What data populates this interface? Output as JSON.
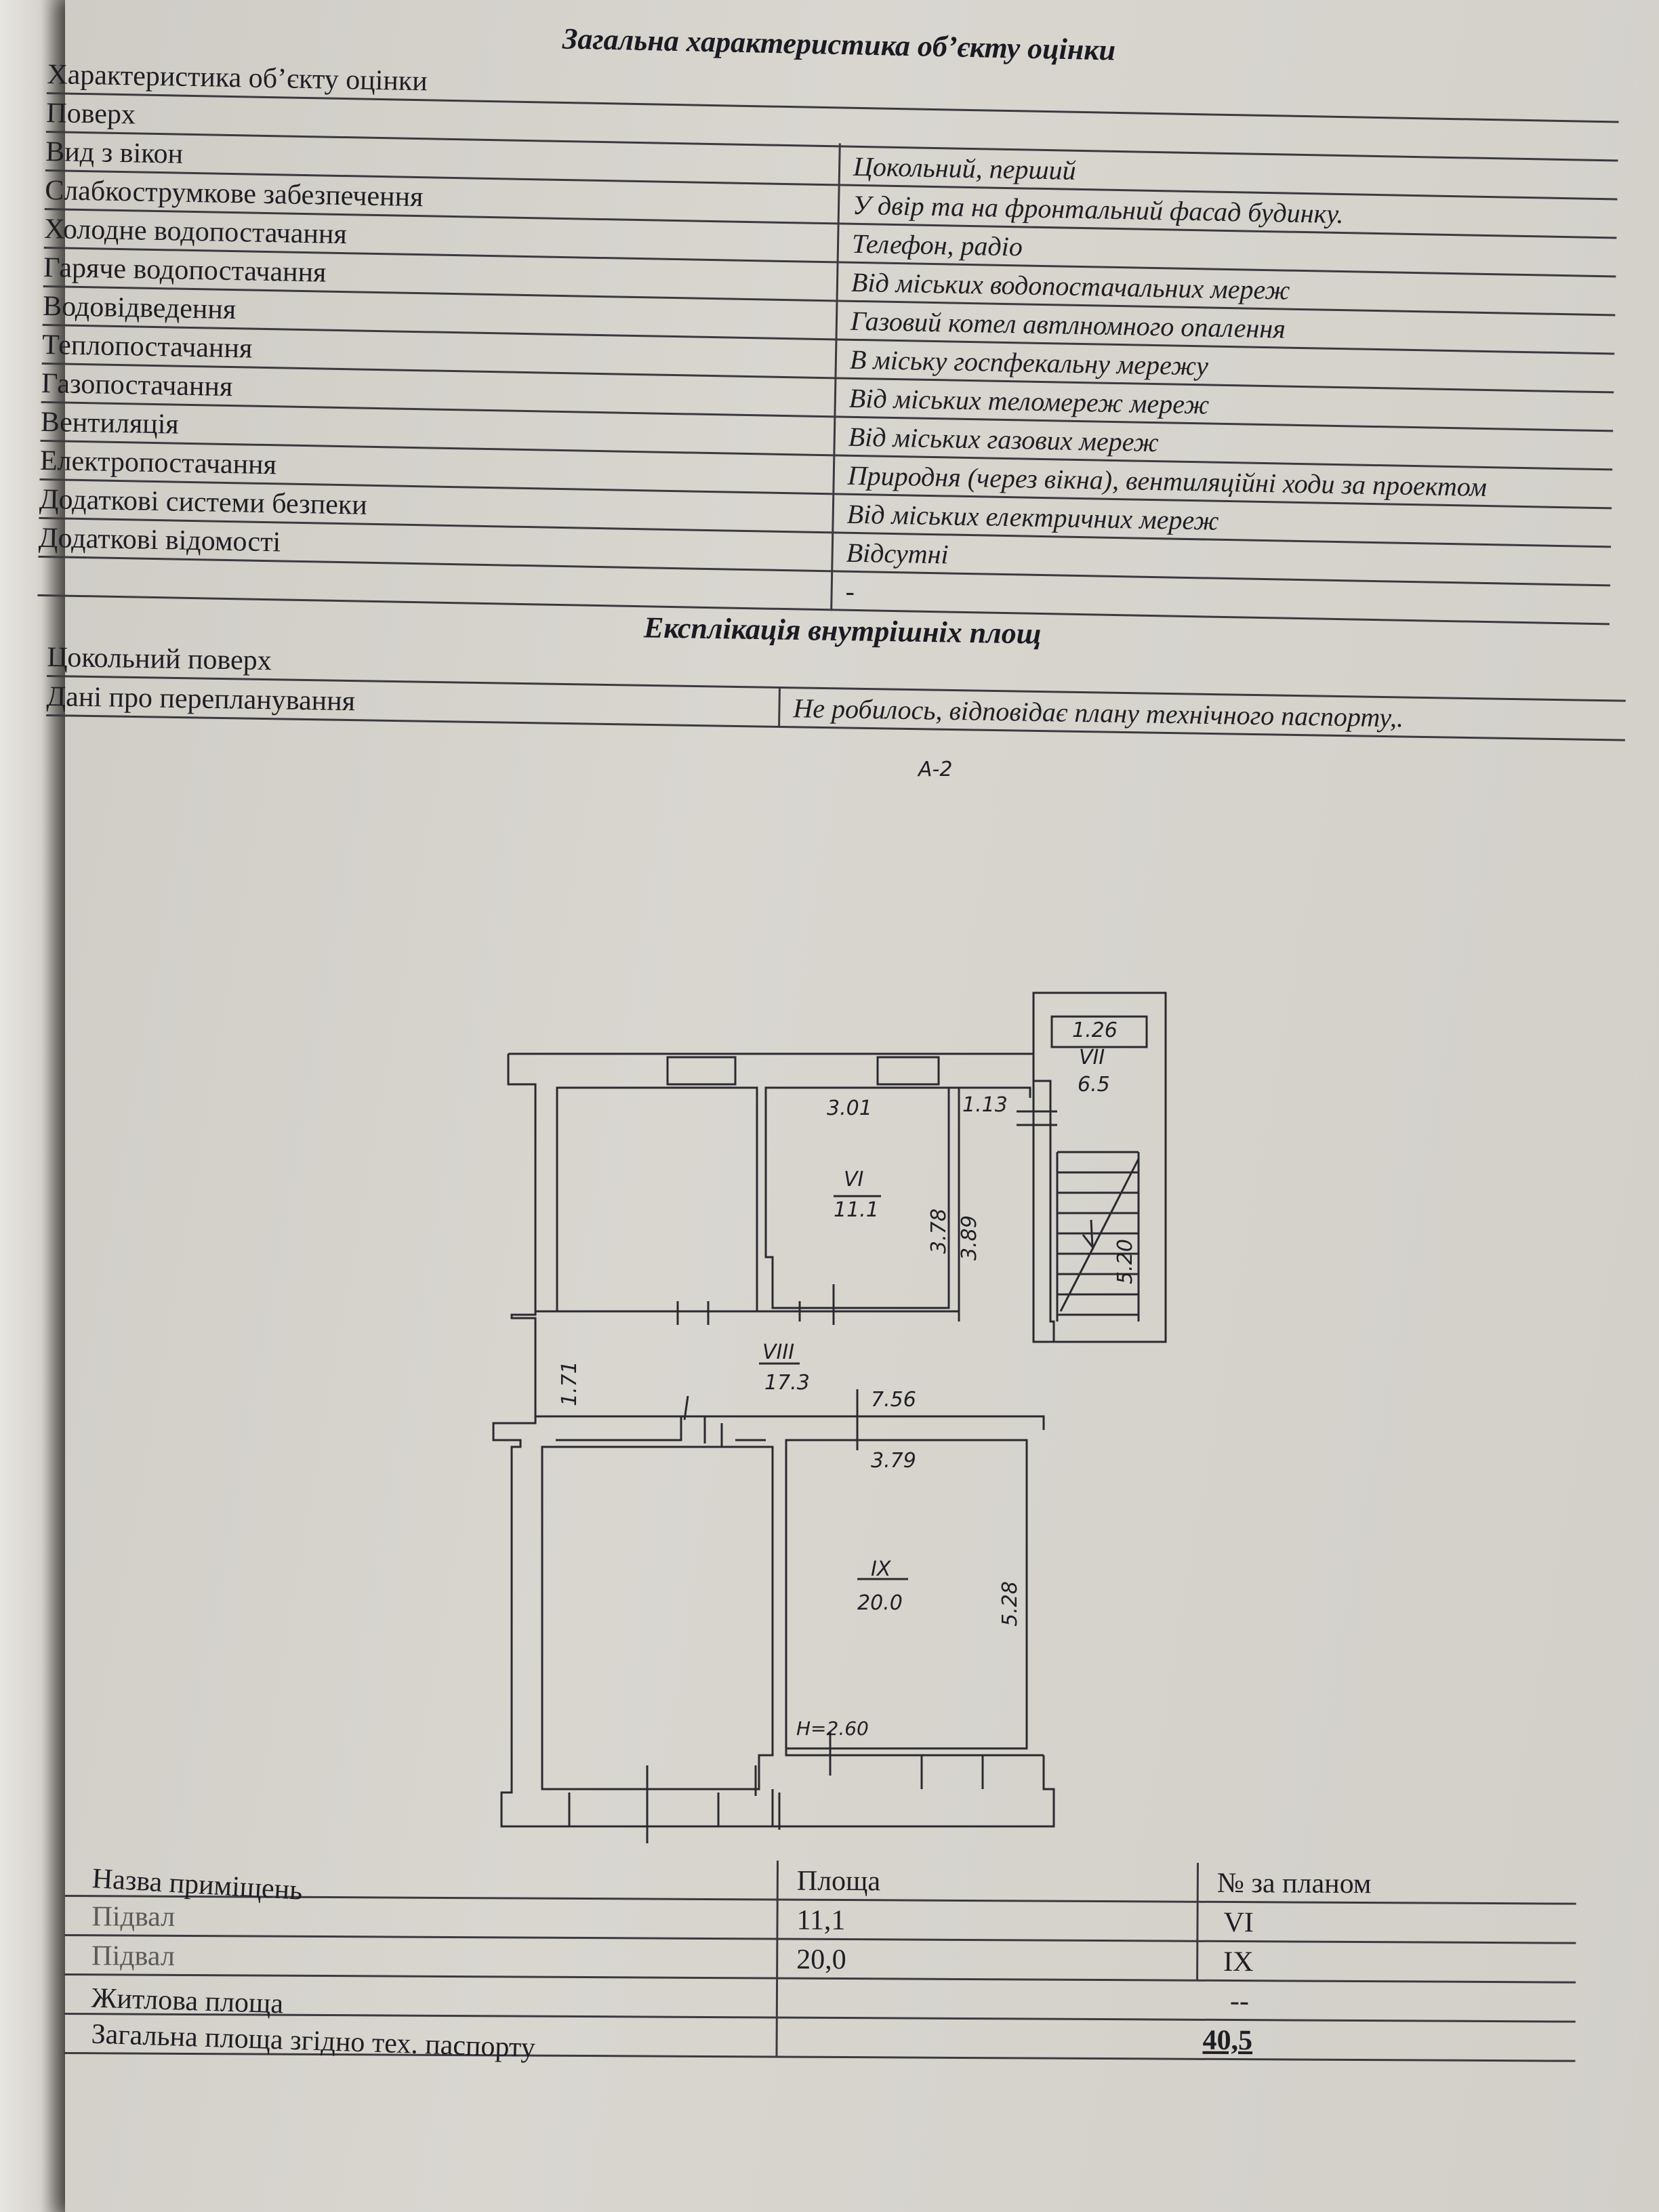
{
  "top_section": {
    "title": "Загальна характеристика об’єкту оцінки",
    "rows": [
      {
        "label": "Характеристика об’єкту оцінки",
        "value": ""
      },
      {
        "label": "Поверх",
        "value": ""
      },
      {
        "label": "Вид з вікон",
        "value": "Цокольний, перший"
      },
      {
        "label": "Слабкострумкове забезпечення",
        "value": "У двір та на фронтальний фасад будинку."
      },
      {
        "label": "Холодне водопостачання",
        "value": "Телефон, радіо"
      },
      {
        "label": "Гаряче водопостачання",
        "value": "Від міських водопостачальних мереж"
      },
      {
        "label": "Водовідведення",
        "value": "Газовий котел автлномного опалення"
      },
      {
        "label": "Теплопостачання",
        "value": "В міську госпфекальну мережу"
      },
      {
        "label": "Газопостачання",
        "value": "Від міських теломереж мереж"
      },
      {
        "label": "Вентиляція",
        "value": "Від міських газових мереж"
      },
      {
        "label": "Електропостачання",
        "value": "Природня (через вікна), вентиляційні ходи за проектом"
      },
      {
        "label": "Додаткові системи безпеки",
        "value": "Від міських електричних мереж"
      },
      {
        "label": "Додаткові відомості",
        "value": "Відсутні"
      },
      {
        "label": "",
        "value": "-"
      }
    ]
  },
  "explication": {
    "title": "Експлікація внутрішніх площ",
    "floor_label": "Цокольний поверх",
    "replan_label": "Дані про перепланування",
    "replan_value": "Не робилось,  відповідає плану технічного паспорту,."
  },
  "plan": {
    "sheet_ref": "A-2",
    "room_vi": {
      "num": "VI",
      "area": "11.1"
    },
    "room_vii": {
      "num": "VII",
      "area": "6.5"
    },
    "room_viii": {
      "num": "VIII",
      "area": "17.3"
    },
    "room_ix": {
      "num": "IX",
      "area": "20.0"
    },
    "dims": {
      "d301": "3.01",
      "d113": "1.13",
      "d126": "1.26",
      "d378": "3.78",
      "d389": "3.89",
      "d520": "5.20",
      "d171": "1.71",
      "d756": "7.56",
      "d379": "3.79",
      "d528": "5.28",
      "height": "H=2.60"
    }
  },
  "bottom_table": {
    "headers": {
      "name": "Назва приміщень",
      "area": "Площа",
      "plan_no": "№ за планом"
    },
    "rows": [
      {
        "name": "Підвал",
        "area": "11,1",
        "plan_no": "VI"
      },
      {
        "name": "Підвал",
        "area": "20,0",
        "plan_no": "IX"
      }
    ],
    "living_area": {
      "label": "Житлова площа",
      "value": "--"
    },
    "total_area": {
      "label": "Загальна площа згідно тех. паспорту",
      "value": "40,5"
    }
  }
}
